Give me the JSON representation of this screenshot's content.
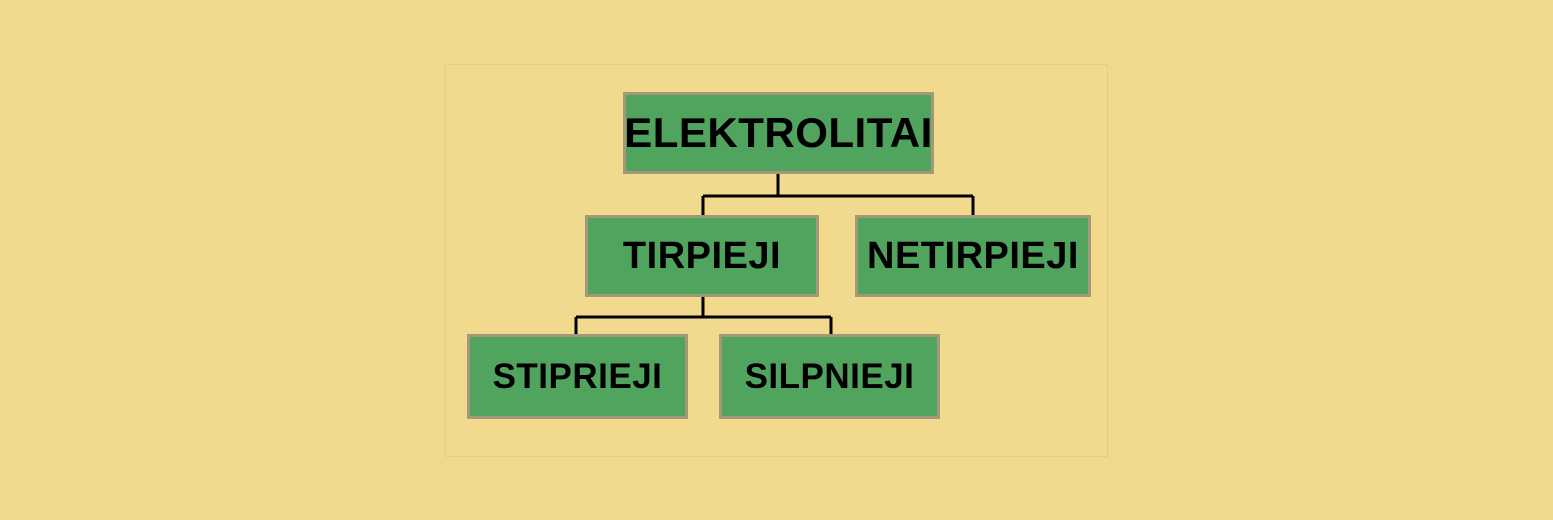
{
  "diagram": {
    "type": "tree",
    "title": "",
    "background_color": "#f0d98a",
    "node_fill_color": "#51a45e",
    "node_border_color": "#a39878",
    "connector_color": "#000000",
    "text_color": "#000000",
    "nodes": [
      {
        "id": "root",
        "label": "ELEKTROLITAI",
        "level": 0
      },
      {
        "id": "tirpieji",
        "label": "TIRPIEJI",
        "level": 1
      },
      {
        "id": "netirpieji",
        "label": "NETIRPIEJI",
        "level": 1
      },
      {
        "id": "stiprieji",
        "label": "STIPRIEJI",
        "level": 2
      },
      {
        "id": "silpnieji",
        "label": "SILPNIEJI",
        "level": 2
      }
    ],
    "edges": [
      {
        "from": "root",
        "to": "tirpieji"
      },
      {
        "from": "root",
        "to": "netirpieji"
      },
      {
        "from": "tirpieji",
        "to": "stiprieji"
      },
      {
        "from": "tirpieji",
        "to": "silpnieji"
      }
    ]
  }
}
